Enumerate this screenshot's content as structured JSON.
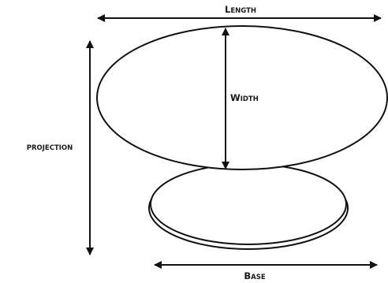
{
  "labels": {
    "length": {
      "first": "L",
      "rest": "ENGTH"
    },
    "width": {
      "first": "W",
      "rest": "IDTH"
    },
    "projection": "PROJECTION",
    "base": {
      "first": "B",
      "rest": "ASE"
    }
  },
  "colors": {
    "stroke": "#111111",
    "fill": "#ffffff",
    "text": "#1a1a1a"
  }
}
